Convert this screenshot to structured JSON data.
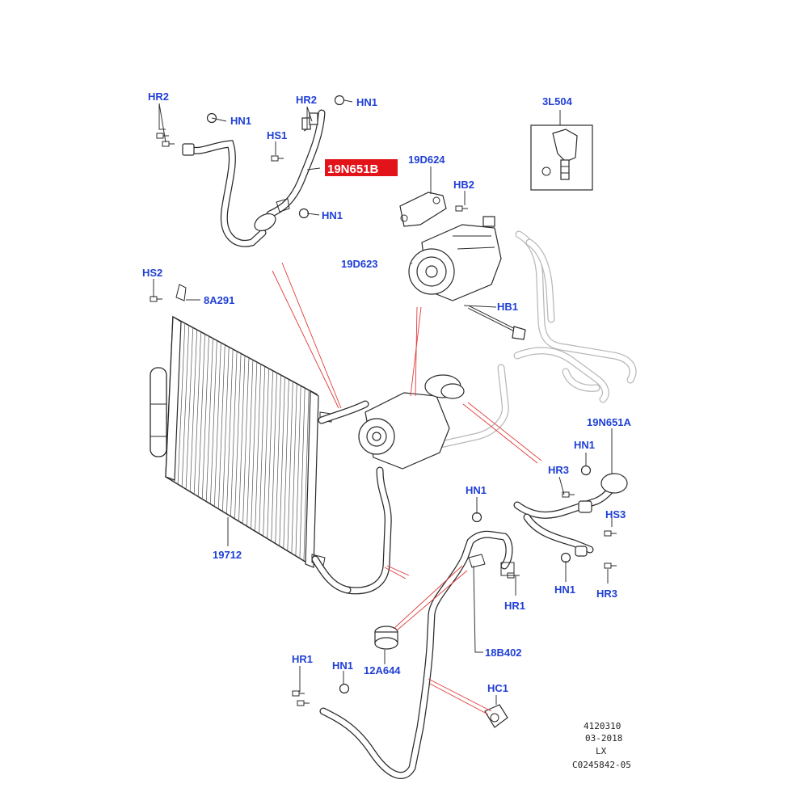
{
  "callouts": {
    "hr2_a": "HR2",
    "hn1_a": "HN1",
    "hr2_b": "HR2",
    "hn1_b": "HN1",
    "hs1": "HS1",
    "hn1_c": "HN1",
    "p19n651b": "19N651B",
    "p3l504": "3L504",
    "p19d624": "19D624",
    "hb2": "HB2",
    "p19d623": "19D623",
    "hs2": "HS2",
    "p8a291": "8A291",
    "hb1": "HB1",
    "p19n651a": "19N651A",
    "hn1_d": "HN1",
    "hr3_a": "HR3",
    "hn1_e": "HN1",
    "hs3": "HS3",
    "p19712": "19712",
    "hn1_f": "HN1",
    "hr3_b": "HR3",
    "hr1_a": "HR1",
    "p18b402": "18B402",
    "hr1_b": "HR1",
    "hn1_g": "HN1",
    "p12a644": "12A644",
    "hc1": "HC1"
  },
  "footer": {
    "line1": "4120310",
    "line2": "03-2018",
    "line3": "LX",
    "line4": "C0245842-05"
  },
  "colors": {
    "callout": "#1f3fd6",
    "highlight": "#e2141a",
    "pointer_red": "#e23a3a"
  }
}
